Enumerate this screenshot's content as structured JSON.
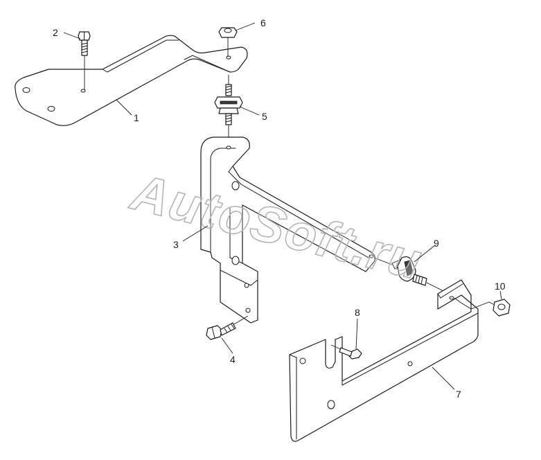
{
  "watermark": "AutoSoft.ru",
  "callouts": {
    "c1": "1",
    "c2": "2",
    "c3": "3",
    "c4": "4",
    "c5": "5",
    "c6": "6",
    "c7": "7",
    "c8": "8",
    "c9": "9",
    "c10": "10"
  }
}
